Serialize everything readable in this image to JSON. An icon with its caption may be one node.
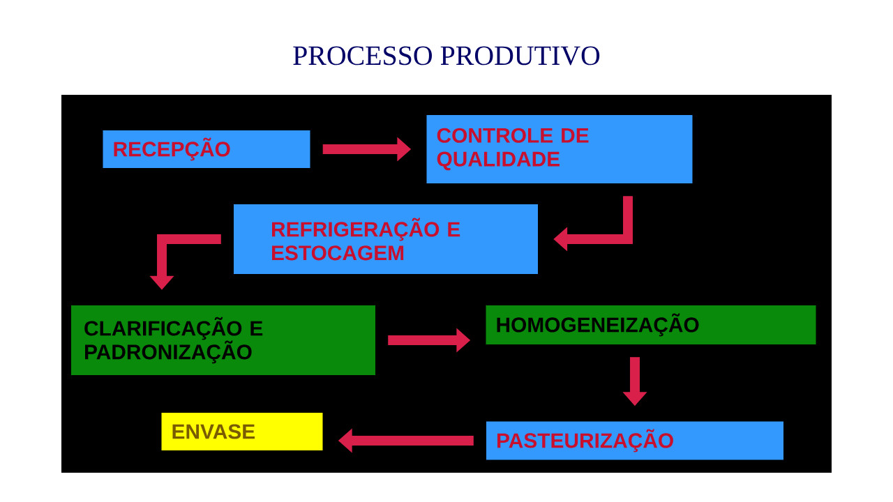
{
  "diagram": {
    "title": "PROCESSO PRODUTIVO",
    "nodes": [
      {
        "text": [
          "RECEPÇÃO"
        ]
      },
      {
        "text": [
          "CONTROLE DE QUALIDADE"
        ]
      },
      {
        "text": [
          "REFRIGERAÇÃO E ESTOCAGEM"
        ]
      },
      {
        "text": [
          "CLARIFICAÇÃO E PADRONIZAÇÃO"
        ]
      },
      {
        "text": [
          "HOMOGENEIZAÇÃO"
        ]
      },
      {
        "text": [
          "PASTEURIZAÇÃO"
        ]
      },
      {
        "text": [
          "ENVASE"
        ]
      }
    ],
    "edges": [
      {
        "from": 0,
        "to": 1,
        "arrow": "to"
      },
      {
        "from": 1,
        "to": 2,
        "arrow": "to"
      },
      {
        "from": 2,
        "to": 3,
        "arrow": "to"
      },
      {
        "from": 3,
        "to": 4,
        "arrow": "to"
      },
      {
        "from": 4,
        "to": 5,
        "arrow": "to"
      },
      {
        "from": 5,
        "to": 6,
        "arrow": "to"
      }
    ]
  }
}
